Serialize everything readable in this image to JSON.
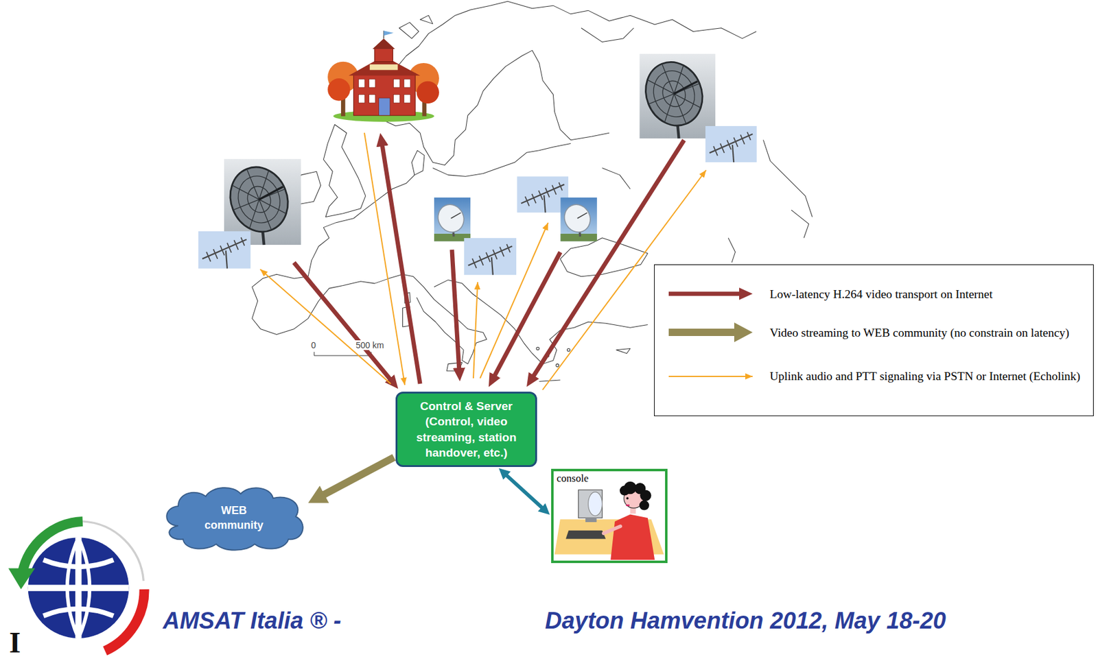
{
  "diagram": {
    "nodes": [
      {
        "text": [
          "Control & Server",
          "(Control, video streaming, station handover, etc.)"
        ]
      },
      {
        "text": [
          "WEB community"
        ]
      },
      {
        "text": [
          "console"
        ]
      }
    ],
    "edges": [
      {
        "from": 0,
        "to": 1,
        "arrow": "to"
      },
      {
        "from": 0,
        "to": 2,
        "arrow": "both"
      }
    ],
    "labels": [
      "0",
      "500 km",
      "I",
      "AMSAT Italia ® -",
      "Dayton Hamvention 2012, May 18-20"
    ],
    "legend": [
      {
        "text": "Low-latency H.264 video transport on Internet"
      },
      {
        "text": "Video streaming to WEB community (no constrain on latency)"
      },
      {
        "text": "Uplink audio and PTT signaling via PSTN or Internet (Echolink)"
      }
    ]
  }
}
